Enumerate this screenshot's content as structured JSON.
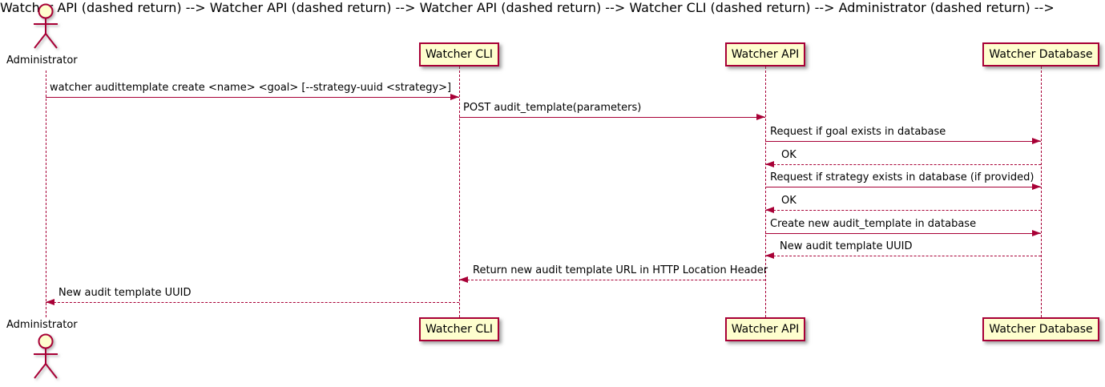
{
  "diagram": {
    "kind": "uml-sequence-diagram",
    "colors": {
      "participant_fill": "#FEFECE",
      "participant_border": "#A80036",
      "arrow": "#A80036",
      "text": "#000000",
      "background": "#FFFFFF"
    }
  },
  "participants": [
    {
      "name": "Administrator",
      "kind": "actor"
    },
    {
      "name": "Watcher CLI",
      "kind": "participant"
    },
    {
      "name": "Watcher API",
      "kind": "participant"
    },
    {
      "name": "Watcher Database",
      "kind": "participant"
    }
  ],
  "messages": [
    {
      "from": "Administrator",
      "to": "Watcher CLI",
      "style": "solid",
      "label": "watcher audittemplate create <name> <goal> [--strategy-uuid <strategy>]"
    },
    {
      "from": "Watcher CLI",
      "to": "Watcher API",
      "style": "solid",
      "label": "POST audit_template(parameters)"
    },
    {
      "from": "Watcher API",
      "to": "Watcher Database",
      "style": "solid",
      "label": "Request if goal exists in database"
    },
    {
      "from": "Watcher Database",
      "to": "Watcher API",
      "style": "dashed",
      "label": "OK"
    },
    {
      "from": "Watcher API",
      "to": "Watcher Database",
      "style": "solid",
      "label": "Request if strategy exists in database (if provided)"
    },
    {
      "from": "Watcher Database",
      "to": "Watcher API",
      "style": "dashed",
      "label": "OK"
    },
    {
      "from": "Watcher API",
      "to": "Watcher Database",
      "style": "solid",
      "label": "Create new audit_template in database"
    },
    {
      "from": "Watcher Database",
      "to": "Watcher API",
      "style": "dashed",
      "label": "New audit template UUID"
    },
    {
      "from": "Watcher API",
      "to": "Watcher CLI",
      "style": "dashed",
      "label": "Return new audit template URL in HTTP Location Header"
    },
    {
      "from": "Watcher CLI",
      "to": "Administrator",
      "style": "dashed",
      "label": "New audit template UUID"
    }
  ]
}
